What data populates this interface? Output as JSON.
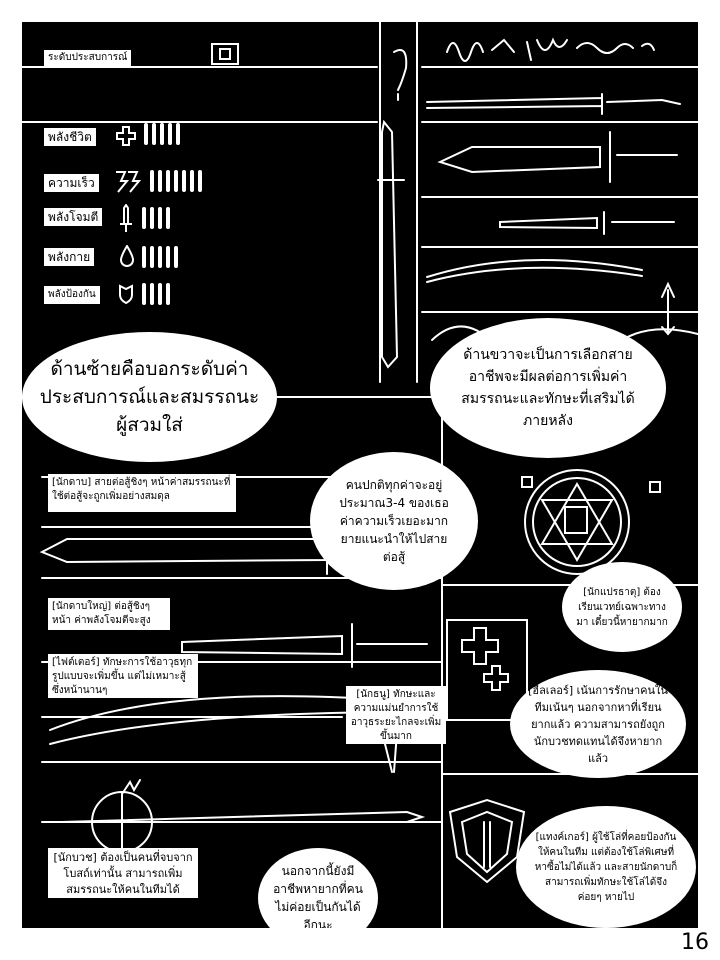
{
  "panel_top_left": {
    "header": "ระดับประสบการณ์",
    "stats": [
      {
        "label": "พลังชีวิต",
        "icon": "plus-icon",
        "level": 5
      },
      {
        "label": "ความเร็ว",
        "icon": "lightning-icon",
        "level": 7
      },
      {
        "label": "พลังโจมตี",
        "icon": "sword-icon",
        "level": 4
      },
      {
        "label": "พลังกาย",
        "icon": "drop-icon",
        "level": 5
      },
      {
        "label": "พลังป้องกัน",
        "icon": "shield-icon",
        "level": 4
      }
    ]
  },
  "bubble_left": "ด้านซ้ายคือบอกระดับค่าประสบการณ์และสมรรถนะผู้สวมใส่",
  "bubble_right": "ด้านขวาจะเป็นการเลือกสายอาชีพจะมีผลต่อการเพิ่มค่าสมรรถนะและทักษะที่เสริมได้ภายหลัง",
  "bubble_center": "คนปกติทุกค่าจะอยู่ประมาณ3-4 ของเธอค่าความเร็วเยอะมากยายแนะนำให้ไปสายต่อสู้",
  "classes": {
    "swordsman": "[นักดาบ] สายต่อสู้ชิงๆ หน้าค่าสมรรถนะที่ใช้ต่อสู้จะถูกเพิ่มอย่างสมดุล",
    "greatsword": "[นักดาบใหญ่] ต่อสู้ชิงๆ หน้า ค่าพลังโจมตีจะสูงมาก",
    "fighter": "[ไฟต์เตอร์] ทักษะการใช้อาวุธทุกรูปแบบจะเพิ่มขึ้น แต่ไม่เหมาะสู้ซึ่งหน้านานๆ",
    "archer": "[นักธนู] ทักษะและความแม่นยำการใช้อาวุธระยะไกลจะเพิ่มขึ้นมาก",
    "elementalist": "[นักแปรธาตุ] ต้องเรียนเวทย์เฉพาะทางมา เดี๋ยวนี้หายากมาก",
    "healer": "[ฮีลเลอร์] เน้นการรักษาคนในทีมเน้นๆ นอกจากหาที่เรียนยากแล้ว ความสามารถยังถูกนักบวชทดแทนได้จึงหายากแล้ว",
    "priest": "[นักบวช] ต้องเป็นคนที่จบจากโบสถ์เท่านั้น สามารถเพิ่มสมรรถนะให้คนในทีมได้",
    "tanker": "[แทงค์เกอร์] ผู้ใช้โล่ที่คอยป้องกันให้คนในทีม แต่ต้องใช้โล่พิเศษที่หาซื้อไม่ได้แล้ว และสายนักดาบก็สามารถเพิ่มทักษะใช้โล่ได้จึงค่อยๆ หายไป"
  },
  "bubble_bottom": "นอกจากนี้ยังมีอาชีพหายากที่คนไม่ค่อยเป็นกันได้อีกนะ",
  "page_number": "16"
}
